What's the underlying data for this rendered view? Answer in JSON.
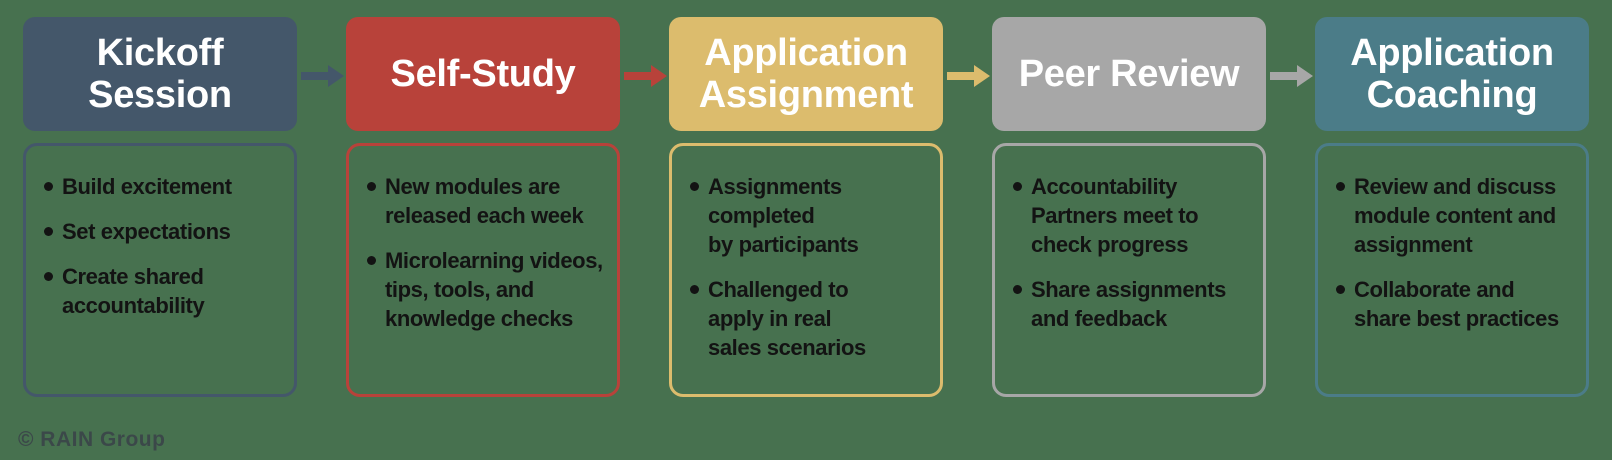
{
  "page": {
    "background_color": "#47714F",
    "title_text_color": "#FFFFFF",
    "bullet_text_color": "#131313",
    "watermark": "© RAIN Group",
    "watermark_color": "#3A4149"
  },
  "columns": [
    {
      "title": "Kickoff\nSession",
      "color": "#44576A",
      "bullets": [
        "Build excitement",
        "Set expectations",
        "Create shared\naccountability"
      ]
    },
    {
      "title": "Self-Study",
      "color": "#B8423A",
      "bullets": [
        "New modules are\nreleased each week",
        "Microlearning videos,\ntips, tools, and\nknowledge checks"
      ]
    },
    {
      "title": "Application\nAssignment",
      "color": "#DCBC6D",
      "bullets": [
        "Assignments\ncompleted\nby participants",
        "Challenged to\napply in real\nsales scenarios"
      ]
    },
    {
      "title": "Peer Review",
      "color": "#A7A7A7",
      "bullets": [
        "Accountability\nPartners meet to\ncheck progress",
        "Share assignments\nand feedback"
      ]
    },
    {
      "title": "Application\nCoaching",
      "color": "#4B7C88",
      "bullets": [
        "Review and discuss\nmodule content and\nassignment",
        "Collaborate and\nshare best practices"
      ]
    }
  ]
}
